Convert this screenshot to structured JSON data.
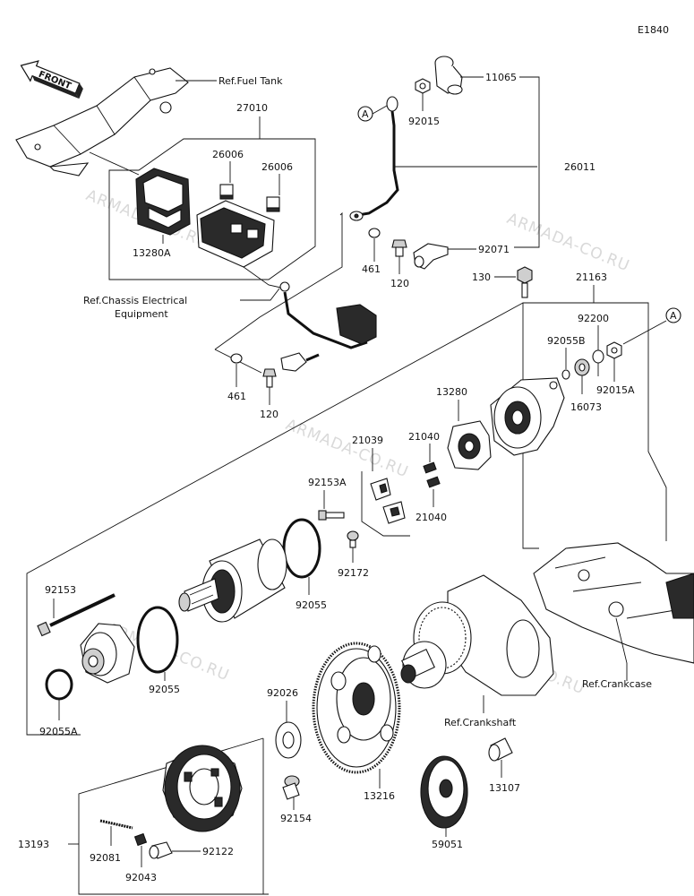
{
  "diagram": {
    "code": "E1840",
    "front_label": "FRONT",
    "watermark": "ARMADA-CO.RU",
    "refs": {
      "fuel_tank": "Ref.Fuel Tank",
      "chassis_line1": "Ref.Chassis Electrical",
      "chassis_line2": "Equipment",
      "crankcase": "Ref.Crankcase",
      "crankshaft": "Ref.Crankshaft"
    },
    "callout_a": "A",
    "parts": {
      "p27010": "27010",
      "p26006a": "26006",
      "p26006b": "26006",
      "p13280A": "13280A",
      "p11065": "11065",
      "p92015": "92015",
      "p26011": "26011",
      "p92071": "92071",
      "p461a": "461",
      "p120a": "120",
      "p461b": "461",
      "p120b": "120",
      "p130": "130",
      "p21163": "21163",
      "p92200": "92200",
      "p92055B": "92055B",
      "p92015A": "92015A",
      "p16073": "16073",
      "p13280": "13280",
      "p21040a": "21040",
      "p21040b": "21040",
      "p21039": "21039",
      "p92153A": "92153A",
      "p92172": "92172",
      "p92055a": "92055",
      "p92153": "92153",
      "p92055b": "92055",
      "p92055A": "92055A",
      "p92026": "92026",
      "p92154": "92154",
      "p13216": "13216",
      "p13107": "13107",
      "p59051": "59051",
      "p13193": "13193",
      "p92081": "92081",
      "p92043": "92043",
      "p92122": "92122"
    }
  }
}
